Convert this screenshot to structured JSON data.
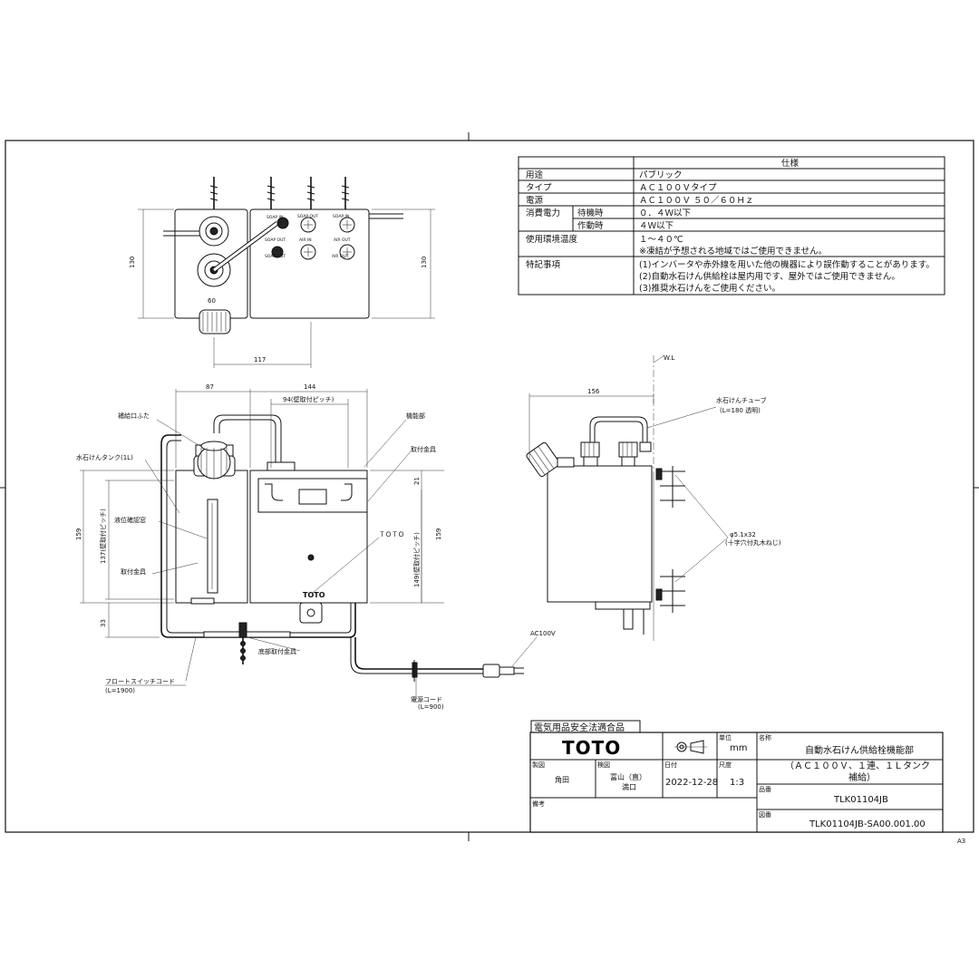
{
  "spec": {
    "header": "仕様",
    "rows": [
      {
        "label": "用途",
        "sub": "",
        "value": "パブリック"
      },
      {
        "label": "タイプ",
        "sub": "",
        "value": "ＡＣ１００Ｖタイプ"
      },
      {
        "label": "電源",
        "sub": "",
        "value": "ＡＣ１００Ｖ ５０／６０Ｈｚ"
      },
      {
        "label": "消費電力",
        "sub": "待機時",
        "value": "０．４Ｗ以下"
      },
      {
        "label": "",
        "sub": "作動時",
        "value": "４Ｗ以下"
      },
      {
        "label": "使用環境温度",
        "sub": "",
        "value": "１～４０℃",
        "value2": "※凍結が予想される地域ではご使用できません。"
      },
      {
        "label": "特記事項",
        "sub": "",
        "value": "(1)インバータや赤外線を用いた他の機器により誤作動することがあります。",
        "value2": "(2)自動水石けん供給栓は屋内用です、屋外ではご使用できません。",
        "value3": "(3)推奨水石けんをご使用ください。"
      }
    ]
  },
  "top_view": {
    "dims": {
      "height_left": "130",
      "height_right": "130",
      "width_cap": "60",
      "width_bottom": "117"
    },
    "ports": [
      "SOAP IN",
      "SOAP OUT",
      "SOAP IN",
      "SOAP OUT",
      "AIR IN",
      "AIR OUT",
      "SOAP OUT",
      "AIR OUT"
    ]
  },
  "front_view": {
    "dims": {
      "w_left": "87",
      "w_total": "144",
      "pitch": "94(壁取付ピッチ)",
      "h_total": "159",
      "h_right": "159",
      "h_bottom": "33",
      "pitch_left": "137(壁取付ピッチ)",
      "pitch_right": "149(壁取付ピッチ)",
      "top_offset": "21"
    },
    "labels": {
      "refill_cap": "補給口ふた",
      "soap_tank": "水石けんタンク(1L)",
      "level_window": "液位確認窓",
      "bracket_left": "取付金具",
      "function_unit": "機能部",
      "bracket_right": "取付金具",
      "toto_mark": "ＴＯＴＯ",
      "bottom_bracket": "底部取付金具",
      "float_cord": "フロートスイッチコード",
      "float_cord_len": "(L=1900)",
      "power_cord": "電源コード",
      "power_cord_len": "(L=900)",
      "ac": "AC100V",
      "unit_logo": "TOTO"
    }
  },
  "side_view": {
    "dims": {
      "width": "156"
    },
    "labels": {
      "wl": "W.L",
      "tube": "水石けんチューブ",
      "tube_spec": "(L=180 透明)",
      "screw": "φ5.1x32",
      "screw_spec": "(十字穴付丸木ねじ)"
    }
  },
  "title_block": {
    "approval": "電気用品安全法適合品",
    "brand": "TOTO",
    "unit_label": "単位",
    "unit": "mm",
    "name_label": "名称",
    "name_line1": "自動水石けん供給栓機能部",
    "name_line2": "（ＡＣ１００Ｖ、１連、１Ｌタンク",
    "name_line3": "補給）",
    "drawn_label": "製図",
    "drawn_by": "角田",
    "check_label": "検図",
    "checked_by_1": "冨山（直）",
    "checked_by_2": "満口",
    "date_label": "日付",
    "date": "2022-12-28",
    "scale_label": "尺度",
    "scale": "1:3",
    "part_label": "品番",
    "part_no": "TLK01104JB",
    "note_label": "備考",
    "drawing_label": "図番",
    "drawing_no": "TLK01104JB-SA00.001.00",
    "sheet": "A3"
  }
}
